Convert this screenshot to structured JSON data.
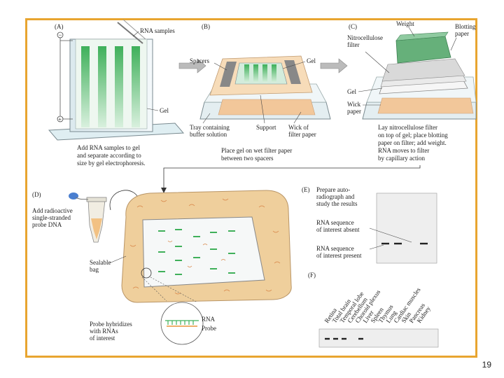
{
  "page_number": "19",
  "panels": {
    "A": {
      "letter": "(A)",
      "minus": "−",
      "plus": "+",
      "rna_samples": "RNA samples",
      "gel": "Gel",
      "caption": [
        "Add RNA samples to gel",
        "and separate according to",
        "size by gel electrophoresis."
      ]
    },
    "B": {
      "letter": "(B)",
      "spacers": "Spacers",
      "gel": "Gel",
      "tray": [
        "Tray containing",
        "buffer solution"
      ],
      "support": "Support",
      "wick": [
        "Wick of",
        "filter paper"
      ],
      "caption": [
        "Place gel on wet filter paper",
        "between two spacers"
      ]
    },
    "C": {
      "letter": "(C)",
      "weight": "Weight",
      "blotting": [
        "Blotting",
        "paper"
      ],
      "nitro": [
        "Nitrocellulose",
        "filter"
      ],
      "gel": "Gel",
      "wick": [
        "Wick",
        "paper"
      ],
      "caption": [
        "Lay nitrocellulose filter",
        "on top of gel; place blotting",
        "paper on filter; add weight.",
        "RNA moves to filter",
        "by capillary action"
      ]
    },
    "D": {
      "letter": "(D)",
      "add_probe": [
        "Add radioactive",
        "single-stranded",
        "probe DNA"
      ],
      "sealable": [
        "Sealable",
        "bag"
      ],
      "hybrid": [
        "Probe hybridizes",
        "with RNAs",
        "of interest"
      ],
      "rna": "RNA",
      "probe": "Probe"
    },
    "E": {
      "letter": "(E)",
      "prepare": [
        "Prepare auto-",
        "radiograph and",
        "study the results"
      ],
      "absent": [
        "RNA sequence",
        "of interest absent"
      ],
      "present": [
        "RNA sequence",
        "of interest present"
      ]
    },
    "F": {
      "letter": "(F)",
      "tissues": [
        "Retina",
        "Total brain",
        "Temporal lobe",
        "Cerebellum",
        "Choroid plexus",
        "Liver",
        "Spleen",
        "Thymus",
        "Lung",
        "Cardiac muscles",
        "Skin",
        "Pancreas",
        "Kidney"
      ]
    }
  },
  "colors": {
    "frame": "#e8a530",
    "gel_green": "#3fb05a",
    "filter_tan": "#f2c79a",
    "bag": "#efcf9c"
  }
}
